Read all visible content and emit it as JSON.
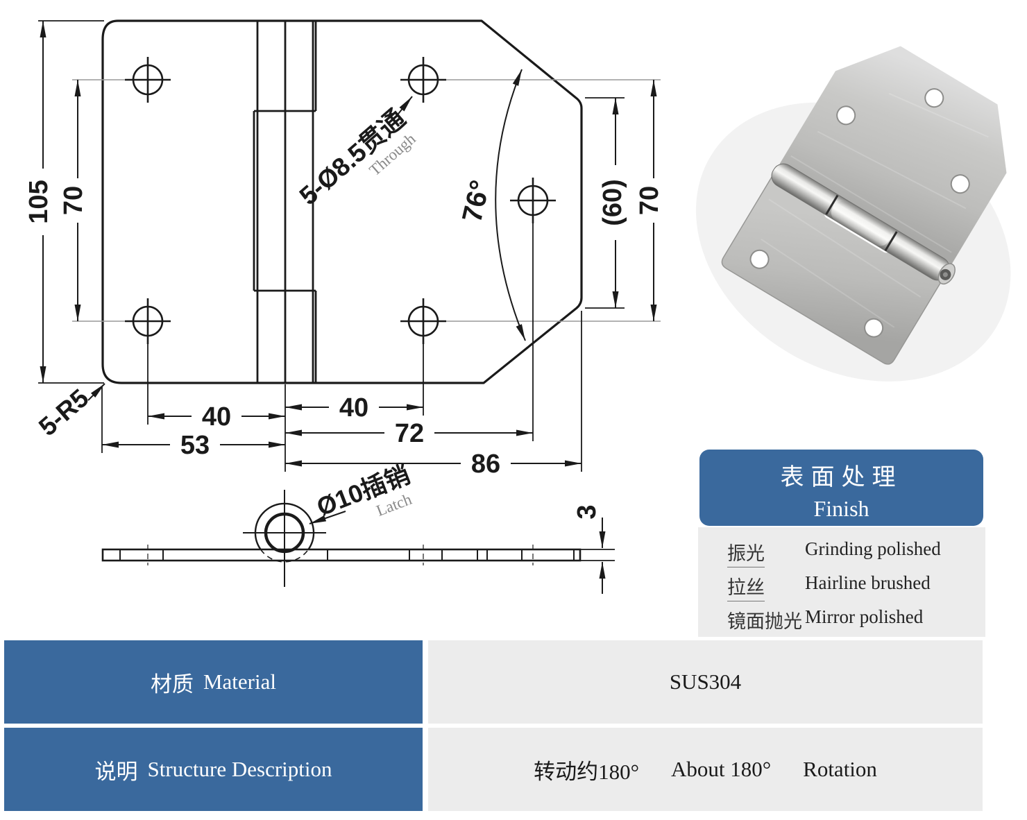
{
  "drawing": {
    "front_view": {
      "dim_105": "105",
      "dim_70_left": "70",
      "dim_70_right": "70",
      "dim_60": "(60)",
      "angle": "76°",
      "dim_40_left": "40",
      "dim_40_right": "40",
      "dim_53": "53",
      "dim_72": "72",
      "dim_86": "86",
      "holes_note_zh": "5-Ø8.5贯通",
      "holes_note_en": "Through",
      "corner_note": "5-R5"
    },
    "side_view": {
      "latch_note_zh": "Ø10插销",
      "latch_note_en": "Latch",
      "dim_thickness": "3"
    }
  },
  "finish": {
    "title_zh": "表面处理",
    "title_en": "Finish",
    "rows": [
      {
        "zh": "振光",
        "en": "Grinding polished"
      },
      {
        "zh": "拉丝",
        "en": "Hairline brushed"
      },
      {
        "zh": "镜面抛光",
        "en": "Mirror polished"
      }
    ]
  },
  "specs": {
    "material_label_zh": "材质",
    "material_label_en": "Material",
    "material_value": "SUS304",
    "structure_label_zh": "说明",
    "structure_label_en": "Structure Description",
    "structure_value_zh": "转动约180°",
    "structure_value_en": "About 180°",
    "structure_value_en2": "Rotation"
  },
  "photo": {
    "subject": "stainless-steel-hinge-photo"
  },
  "colors": {
    "accent_blue": "#3a699d",
    "panel_gray": "#ececec",
    "line": "#1a1a1a"
  }
}
